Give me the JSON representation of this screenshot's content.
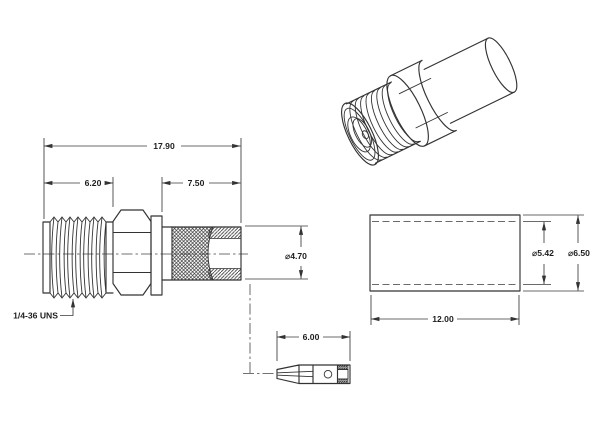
{
  "page": {
    "background": "#ffffff",
    "line_color": "#333333",
    "text_color": "#1d1d1d"
  },
  "side_view": {
    "thread_label": "1/4-36 UNS",
    "dim_overall_length": "17.90",
    "dim_front_length": "6.20",
    "dim_body_length": "7.50",
    "dim_body_diameter": "⌀4.70"
  },
  "pin_view": {
    "dim_length": "6.00"
  },
  "ferrule_view": {
    "dim_inner_diameter": "⌀5.42",
    "dim_outer_diameter": "⌀6.50",
    "dim_length": "12.00"
  }
}
